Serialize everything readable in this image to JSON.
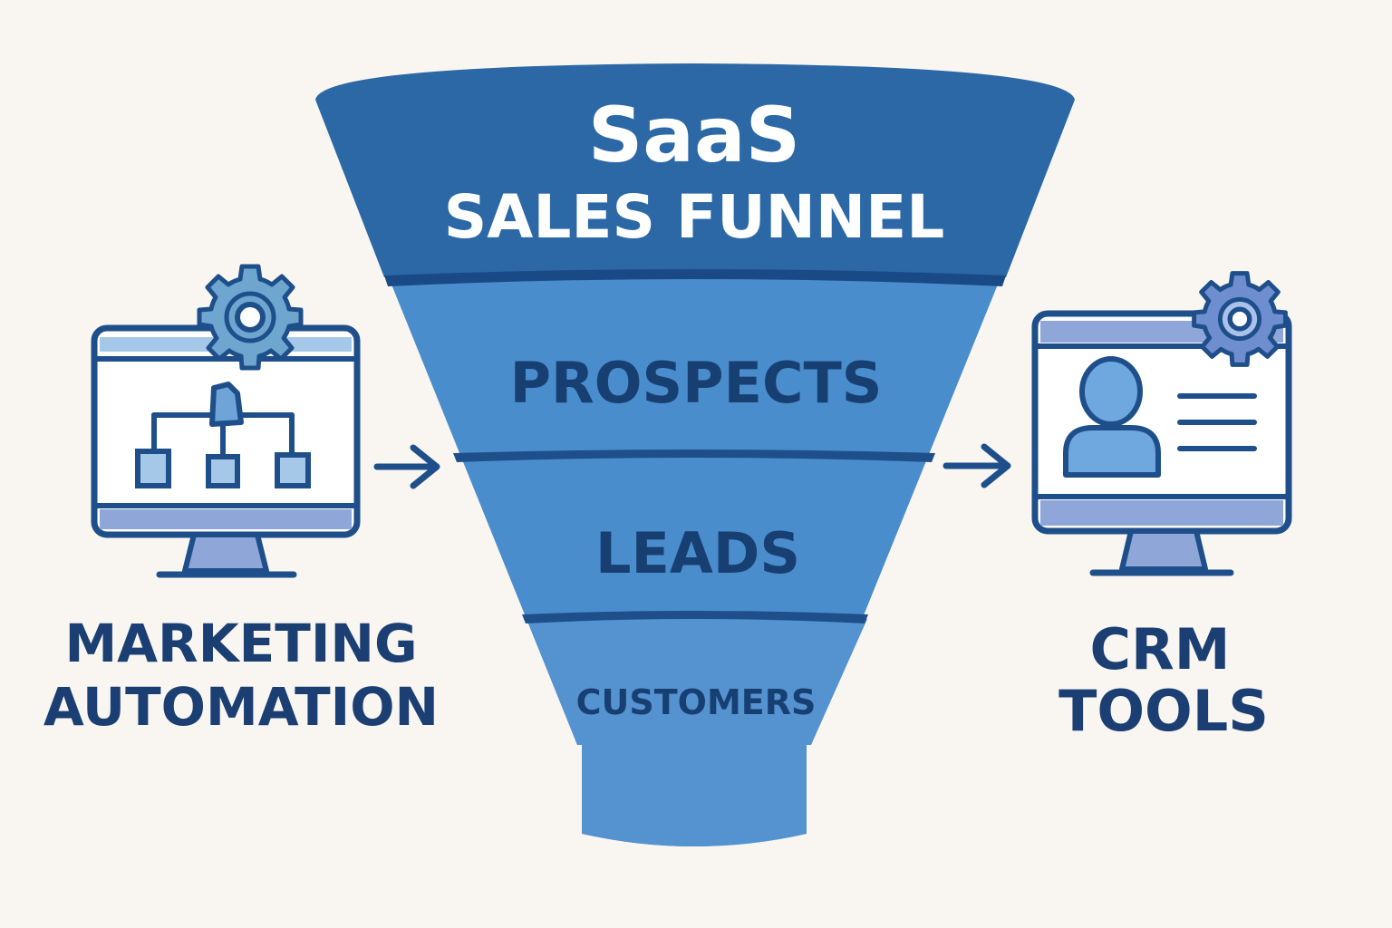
{
  "funnel": {
    "title_line1": "SaaS",
    "title_line2": "SALES FUNNEL",
    "stages": [
      {
        "label": "PROSPECTS"
      },
      {
        "label": "LEADS"
      },
      {
        "label": "CUSTOMERS"
      }
    ]
  },
  "left_tool": {
    "line1": "MARKETING",
    "line2": "AUTOMATION",
    "icon": "workflow-monitor-gear-icon"
  },
  "right_tool": {
    "line1": "CRM",
    "line2": "TOOLS",
    "icon": "contact-card-monitor-gear-icon"
  },
  "colors": {
    "background": "#f9f6f1",
    "funnel_top": "#2d68a4",
    "funnel_stage": "#4a8cc9",
    "funnel_dark": "#1e4f8a",
    "navy": "#1b3f73",
    "icon_blue_light": "#a6c8e8",
    "icon_blue_mid": "#6ea4d8",
    "icon_gray_blue": "#8ea6d8",
    "gear_fill": "#6fa6cf"
  }
}
